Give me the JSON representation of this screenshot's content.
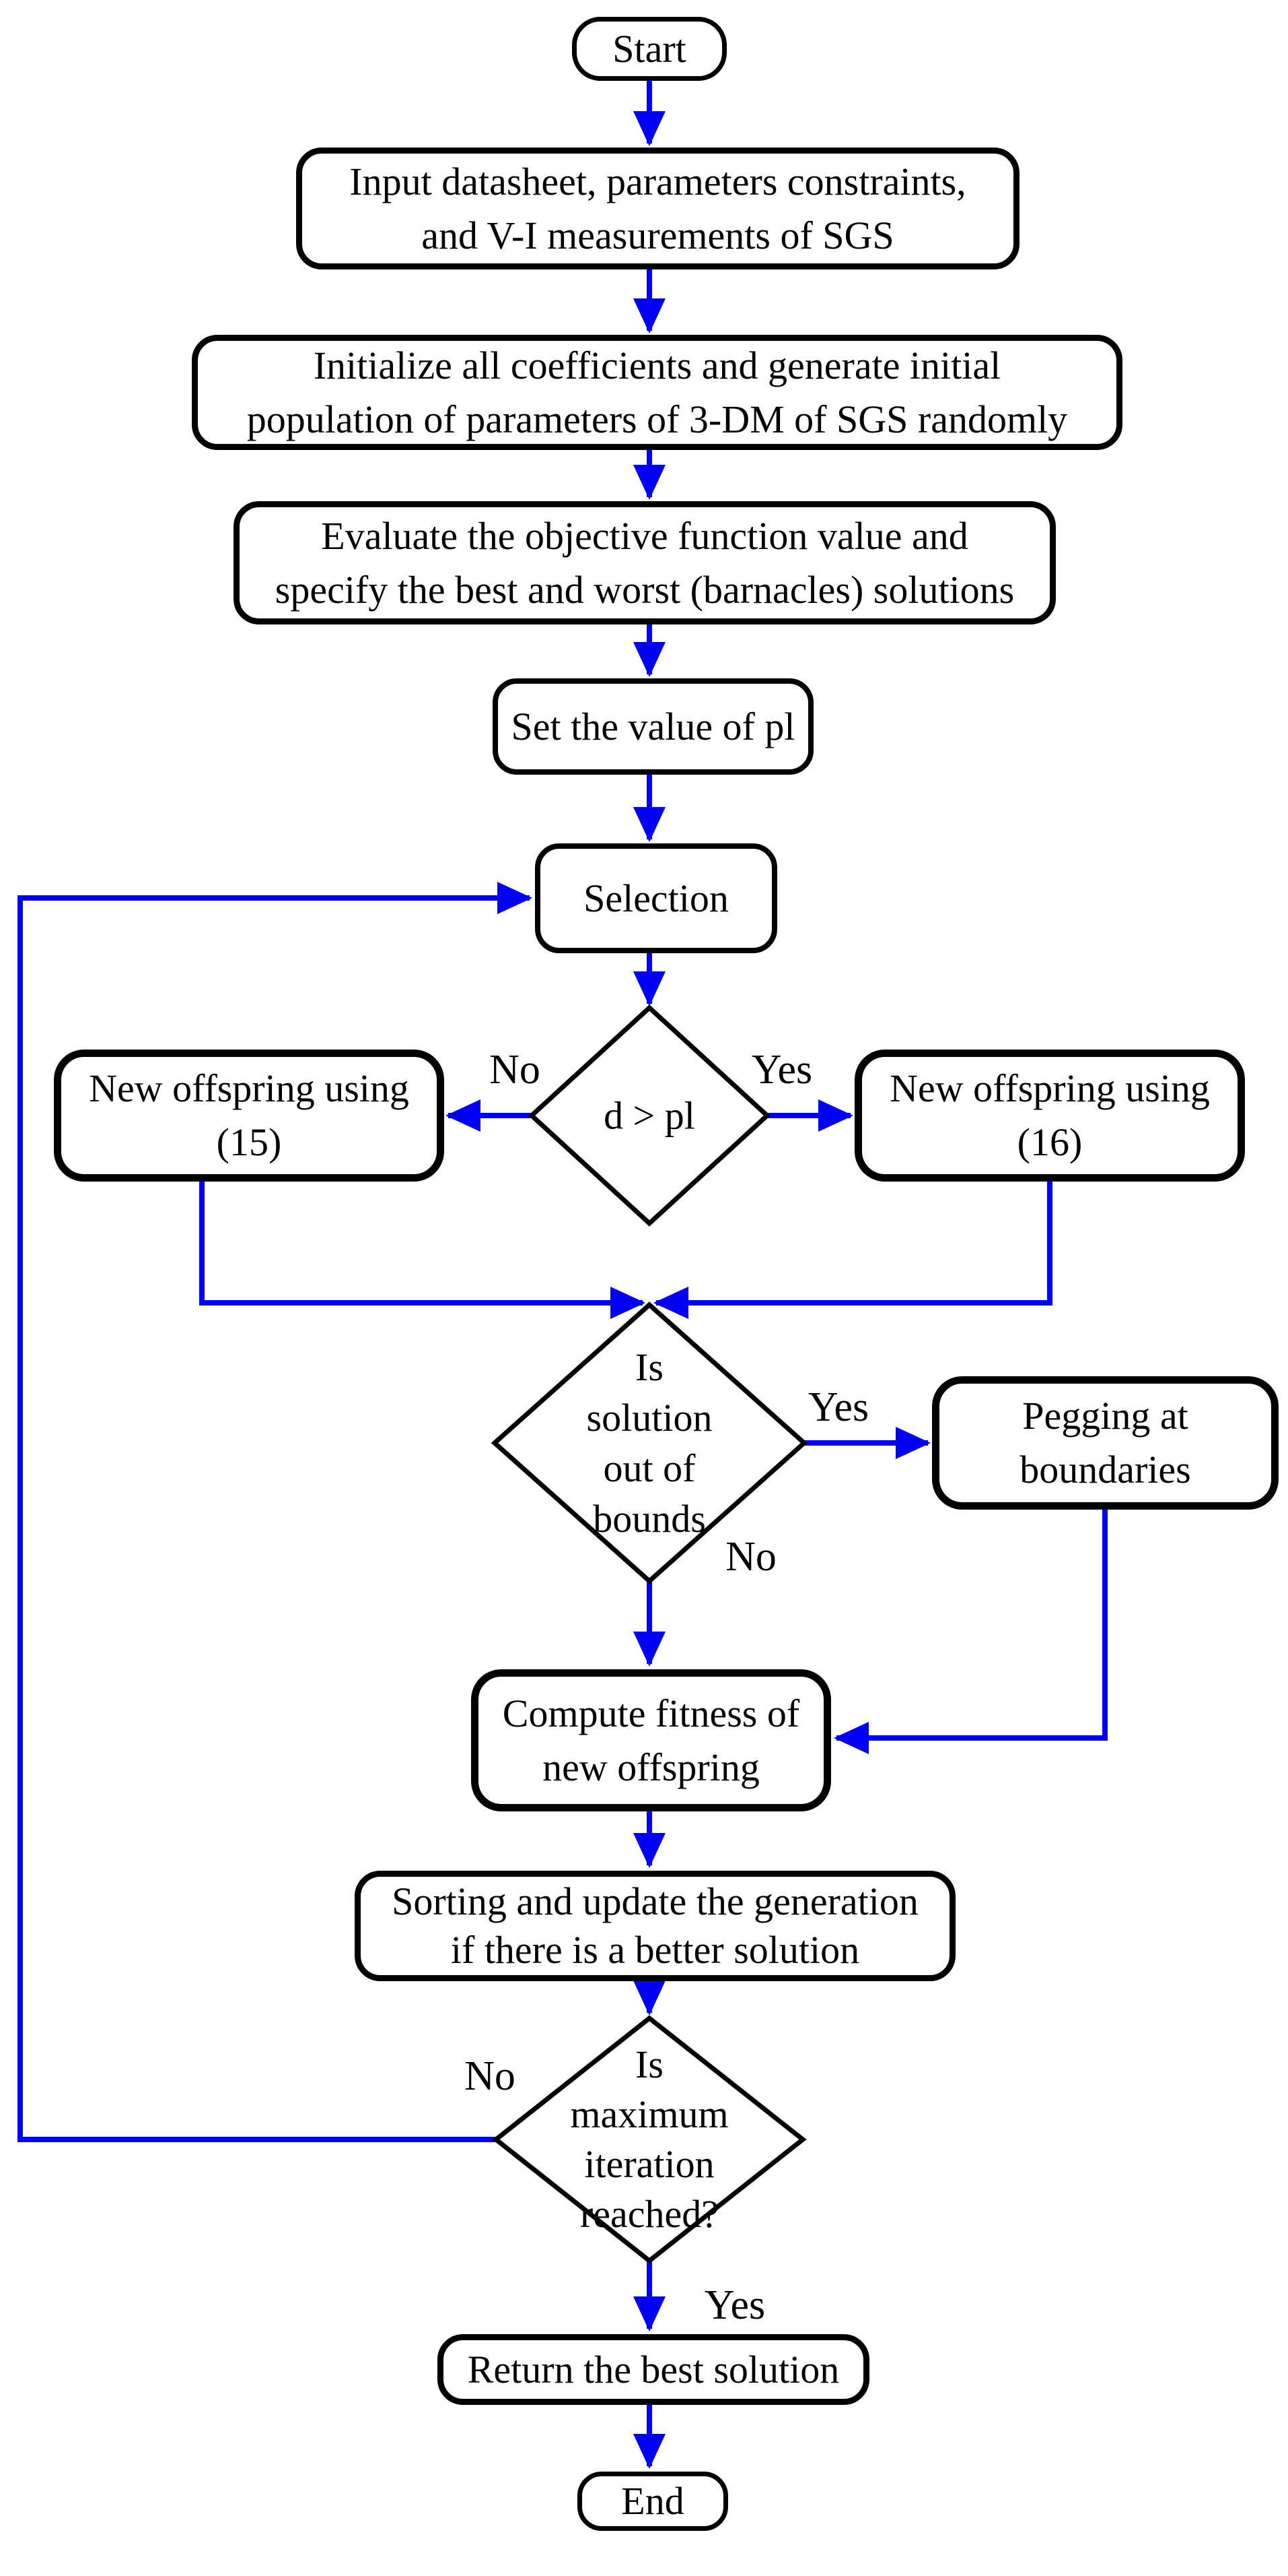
{
  "nodes": {
    "start": "Start",
    "input": "Input datasheet, parameters constraints,\nand V-I measurements of SGS",
    "initialize": "Initialize all coefficients and generate initial\npopulation of parameters of 3-DM of SGS randomly",
    "evaluate": "Evaluate the objective function value and\nspecify the best and worst (barnacles) solutions",
    "set_pl": "Set the value of pl",
    "selection": "Selection",
    "decision_d_pl": "d > pl",
    "offspring_15": "New offspring using\n(15)",
    "offspring_16": "New offspring using\n(16)",
    "decision_bounds": "Is\nsolution\nout of\nbounds",
    "pegging": "Pegging at\nboundaries",
    "compute_fitness": "Compute fitness of\nnew offspring",
    "sorting": "Sorting and update the generation\nif there is a better solution",
    "decision_iteration": "Is\nmaximum\niteration\nreached?",
    "return_best": "Return the best solution",
    "end": "End"
  },
  "edge_labels": {
    "d_pl_no": "No",
    "d_pl_yes": "Yes",
    "bounds_yes": "Yes",
    "bounds_no": "No",
    "iteration_no": "No",
    "iteration_yes": "Yes"
  },
  "colors": {
    "connector": "#0000f5",
    "node_border": "#000000",
    "text": "#000000",
    "background": "#ffffff"
  }
}
